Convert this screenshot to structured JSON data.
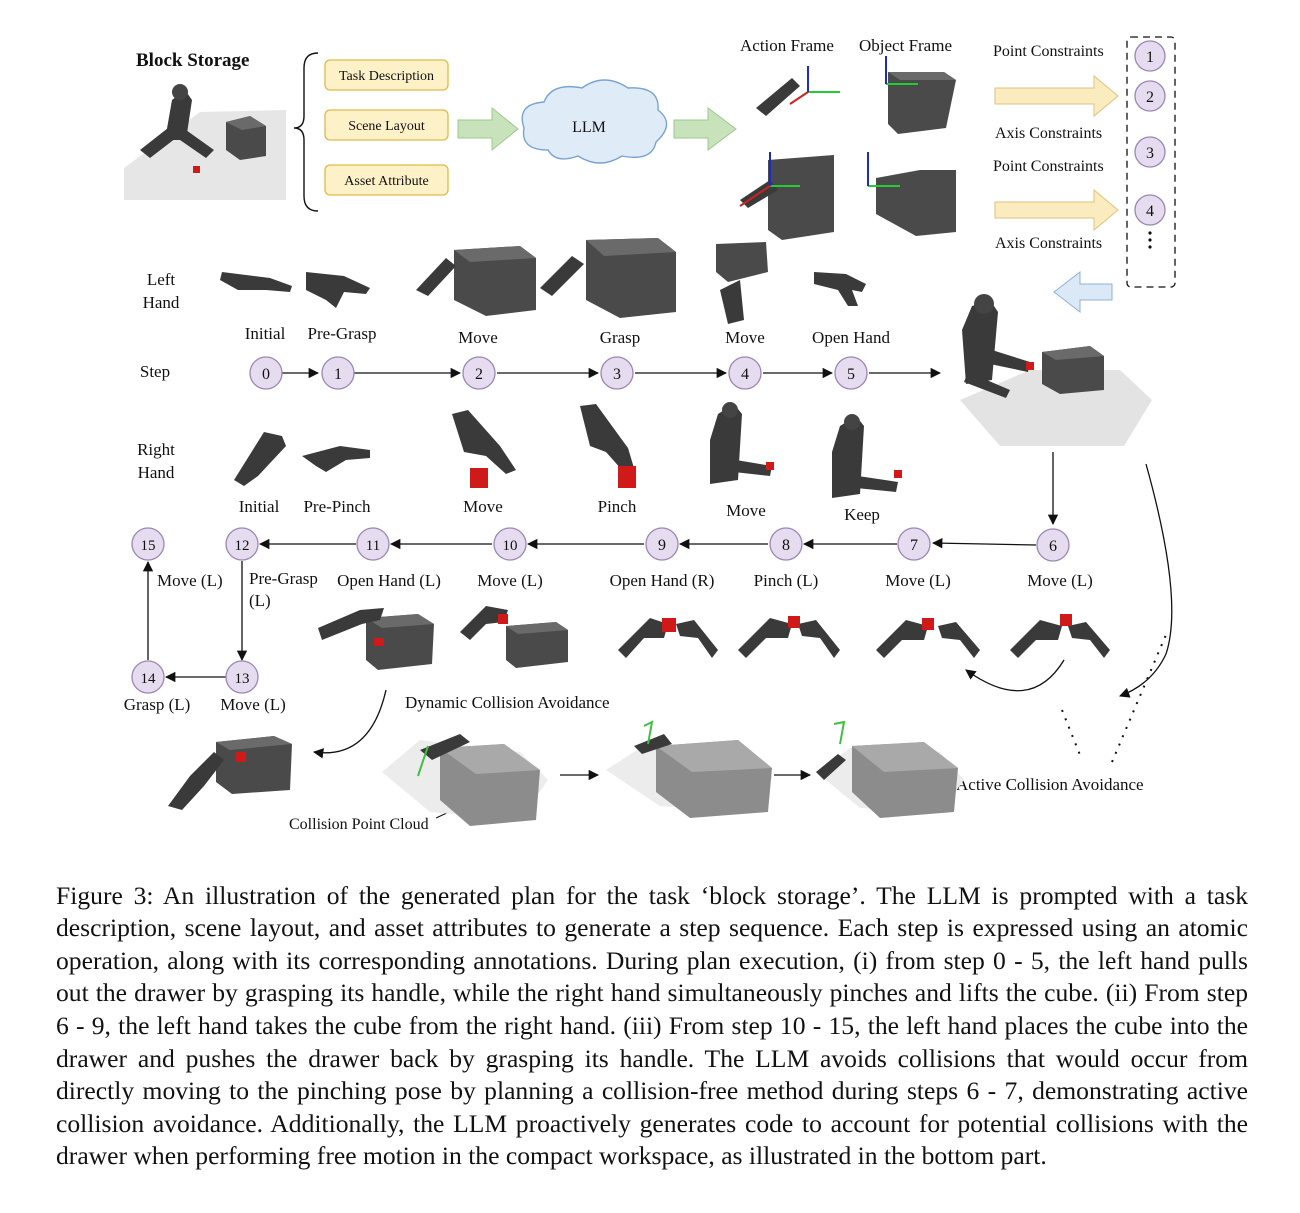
{
  "figure": {
    "task_title": "Block Storage",
    "inputs": [
      "Task Description",
      "Scene Layout",
      "Asset Attribute"
    ],
    "llm_label": "LLM",
    "frames": {
      "action": "Action Frame",
      "object": "Object Frame"
    },
    "constraints": [
      "Point Constraints",
      "Axis Constraints",
      "Point Constraints",
      "Axis Constraints"
    ],
    "constraint_nums": [
      "1",
      "2",
      "3",
      "4"
    ],
    "left_hand": {
      "row_label_1": "Left",
      "row_label_2": "Hand",
      "labels": [
        "Initial",
        "Pre-Grasp",
        "Move",
        "Grasp",
        "Move",
        "Open Hand"
      ]
    },
    "step_label": "Step",
    "steps_top": [
      "0",
      "1",
      "2",
      "3",
      "4",
      "5"
    ],
    "right_hand": {
      "row_label_1": "Right",
      "row_label_2": "Hand",
      "labels": [
        "Initial",
        "Pre-Pinch",
        "Move",
        "Pinch",
        "Move",
        "Keep"
      ]
    },
    "steps_bottom": [
      {
        "num": "6",
        "label": "Move (L)"
      },
      {
        "num": "7",
        "label": "Move (L)"
      },
      {
        "num": "8",
        "label": "Pinch (L)"
      },
      {
        "num": "9",
        "label": "Open Hand (R)"
      },
      {
        "num": "10",
        "label": "Move (L)"
      },
      {
        "num": "11",
        "label": "Open Hand (L)"
      },
      {
        "num": "12",
        "label": "Pre-Grasp"
      },
      {
        "num": "13",
        "label": "Move (L)"
      },
      {
        "num": "14",
        "label": "Grasp (L)"
      },
      {
        "num": "15",
        "label": "Move (L)"
      }
    ],
    "pre_grasp_suffix": "(L)",
    "dynamic_avoidance": "Dynamic Collision Avoidance",
    "active_avoidance": "Active Collision Avoidance",
    "point_cloud": "Collision Point Cloud"
  },
  "caption": "Figure 3: An illustration of the generated plan for the task ‘block storage’. The LLM is prompted with a task description, scene layout, and asset attributes to generate a step sequence. Each step is expressed using an atomic operation, along with its corresponding annotations. During plan execution, (i) from step 0 - 5, the left hand pulls out the drawer by grasping its handle, while the right hand simultaneously pinches and lifts the cube. (ii) From step 6 - 9, the left hand takes the cube from the right hand. (iii) From step 10 - 15, the left hand places the cube into the drawer and pushes the drawer back by grasping its handle. The LLM avoids collisions that would occur from directly moving to the pinching pose by planning a collision-free method during steps 6 - 7, demonstrating active collision avoidance. Additionally, the LLM proactively generates code to account for potential collisions with the drawer when performing free motion in the compact workspace, as illustrated in the bottom part.",
  "colors": {
    "step_circle_fill": "#e6dcf0",
    "step_circle_stroke": "#9b86b3",
    "input_box_fill": "#fdf1c7",
    "input_box_stroke": "#e0b94a",
    "green_arrow": "#c8e3bb",
    "yellow_arrow": "#fbecc0",
    "blue_arrow": "#dbe8f6",
    "cloud_fill": "#dfecf8",
    "cube_red": "#d01a1a"
  }
}
